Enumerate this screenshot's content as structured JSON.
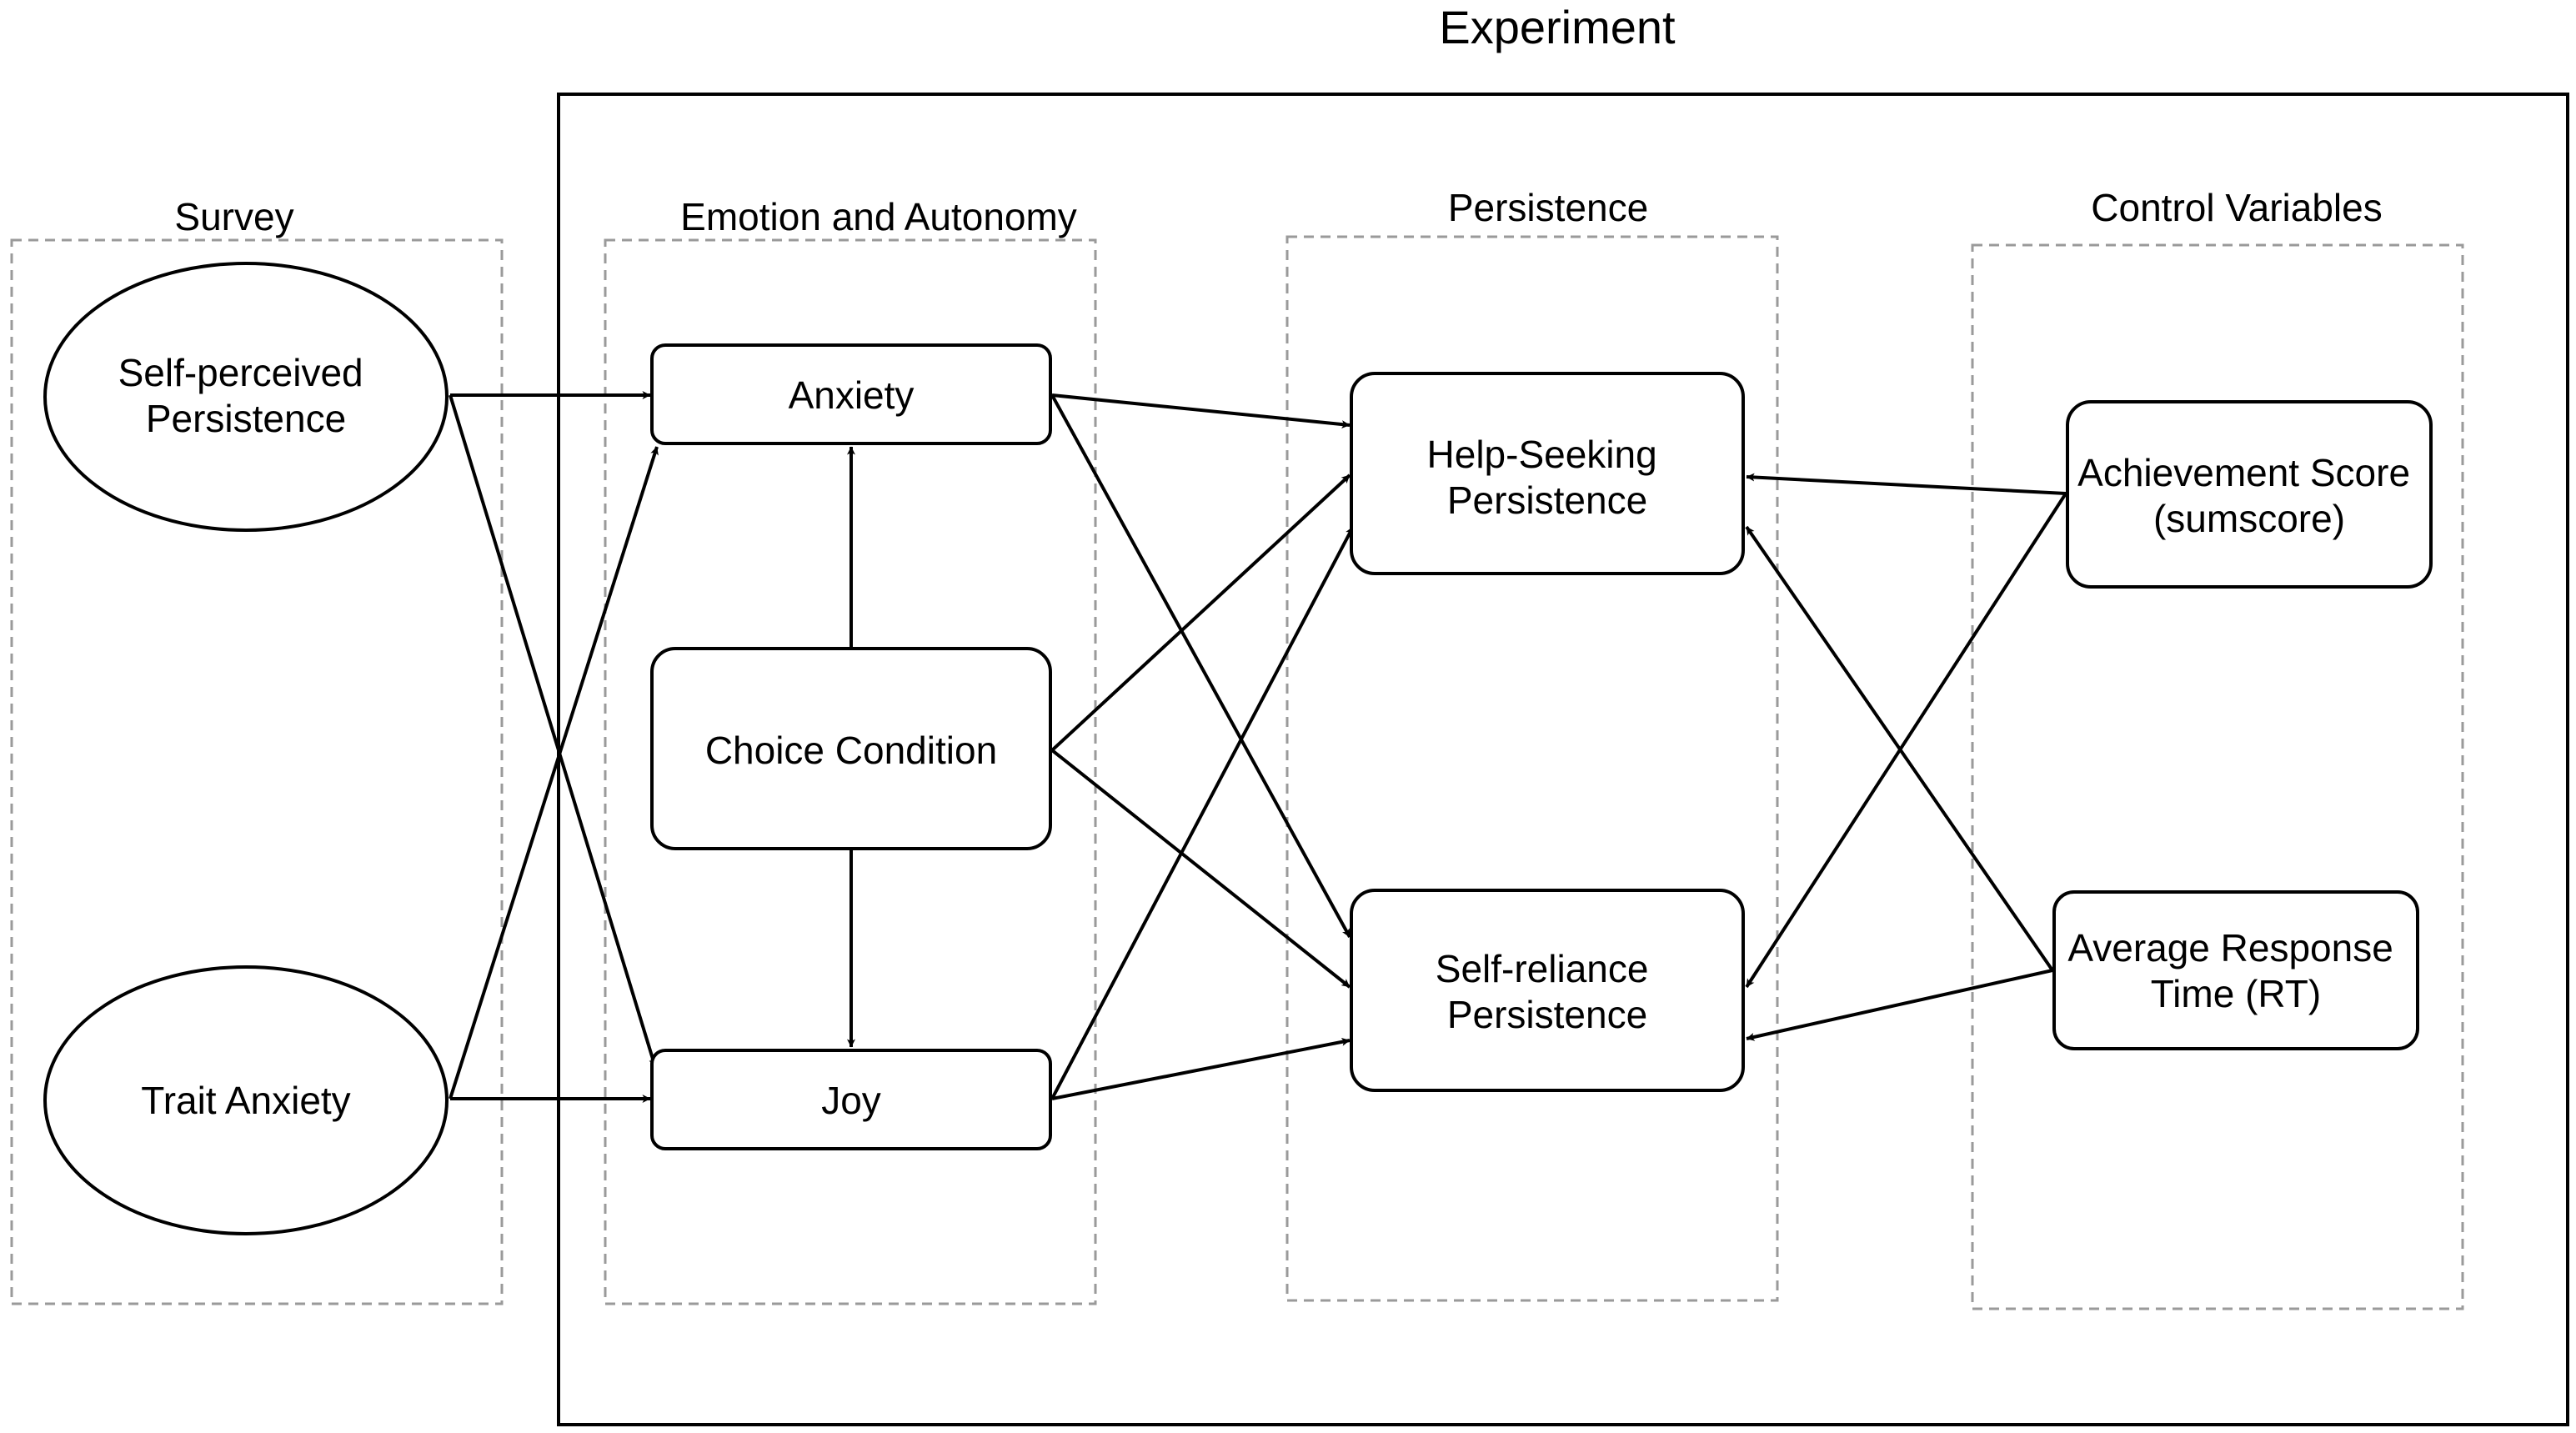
{
  "diagram": {
    "title": "Experiment",
    "groups": {
      "survey": "Survey",
      "emotion": "Emotion and Autonomy",
      "persistence": "Persistence",
      "control": "Control Variables"
    },
    "nodes": {
      "self_perceived": [
        "Self-perceived",
        "Persistence"
      ],
      "trait_anxiety": [
        "Trait Anxiety"
      ],
      "anxiety": [
        "Anxiety"
      ],
      "choice": [
        "Choice Condition"
      ],
      "joy": [
        "Joy"
      ],
      "help_seeking": [
        "Help-Seeking",
        "Persistence"
      ],
      "self_reliance": [
        "Self-reliance",
        "Persistence"
      ],
      "achievement": [
        "Achievement Score",
        "(sumscore)"
      ],
      "response_time": [
        "Average Response",
        "Time (RT)"
      ]
    },
    "edges": [
      {
        "from": "self_perceived",
        "to": "anxiety"
      },
      {
        "from": "self_perceived",
        "to": "joy"
      },
      {
        "from": "trait_anxiety",
        "to": "anxiety"
      },
      {
        "from": "trait_anxiety",
        "to": "joy"
      },
      {
        "from": "choice",
        "to": "anxiety"
      },
      {
        "from": "choice",
        "to": "joy"
      },
      {
        "from": "choice",
        "to": "help_seeking"
      },
      {
        "from": "choice",
        "to": "self_reliance"
      },
      {
        "from": "anxiety",
        "to": "help_seeking"
      },
      {
        "from": "anxiety",
        "to": "self_reliance"
      },
      {
        "from": "joy",
        "to": "help_seeking"
      },
      {
        "from": "joy",
        "to": "self_reliance"
      },
      {
        "from": "achievement",
        "to": "help_seeking"
      },
      {
        "from": "achievement",
        "to": "self_reliance"
      },
      {
        "from": "response_time",
        "to": "help_seeking"
      },
      {
        "from": "response_time",
        "to": "self_reliance"
      }
    ]
  }
}
